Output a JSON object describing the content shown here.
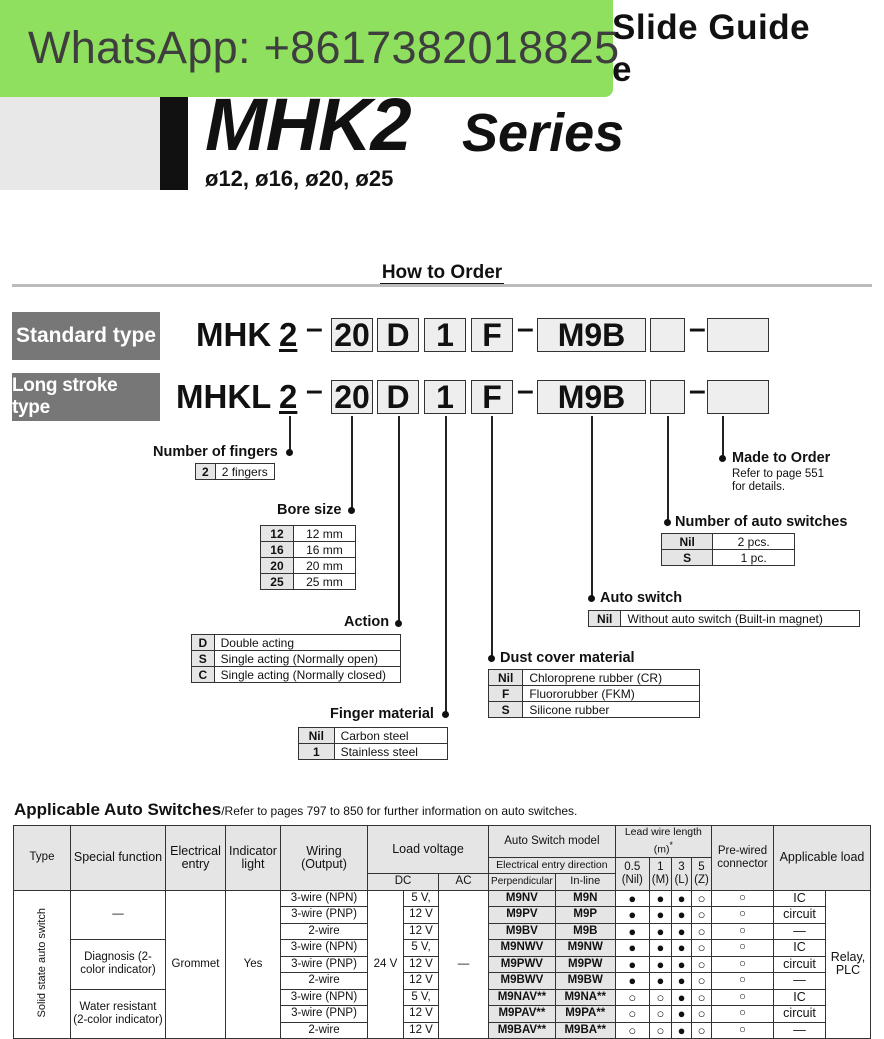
{
  "header": {
    "title_line1": "Slide Guide",
    "title_line2": "e",
    "model": "MHK2",
    "series_word": "Series",
    "bores": "ø12, ø16, ø20, ø25"
  },
  "watermark": "WhatsApp: +8617382018825",
  "how_to_order": {
    "heading": "How to Order",
    "standard_label": "Standard type",
    "long_label": "Long stroke type",
    "std_prefix": "MHK",
    "long_prefix": "MHKL",
    "fingers_code": "2",
    "bore_code": "20",
    "action_code": "D",
    "finger_mat_code": "1",
    "dust_code": "F",
    "switch_code": "M9B",
    "dash": "–"
  },
  "options": {
    "fingers": {
      "title": "Number of fingers",
      "rows": [
        [
          "2",
          "2 fingers"
        ]
      ]
    },
    "bore": {
      "title": "Bore size",
      "rows": [
        [
          "12",
          "12 mm"
        ],
        [
          "16",
          "16 mm"
        ],
        [
          "20",
          "20 mm"
        ],
        [
          "25",
          "25 mm"
        ]
      ]
    },
    "action": {
      "title": "Action",
      "rows": [
        [
          "D",
          "Double acting"
        ],
        [
          "S",
          "Single acting (Normally open)"
        ],
        [
          "C",
          "Single acting (Normally closed)"
        ]
      ]
    },
    "finger_material": {
      "title": "Finger material",
      "rows": [
        [
          "Nil",
          "Carbon steel"
        ],
        [
          "1",
          "Stainless steel"
        ]
      ]
    },
    "dust_cover": {
      "title": "Dust cover material",
      "rows": [
        [
          "Nil",
          "Chloroprene rubber (CR)"
        ],
        [
          "F",
          "Fluororubber (FKM)"
        ],
        [
          "S",
          "Silicone rubber"
        ]
      ]
    },
    "auto_switch": {
      "title": "Auto switch",
      "rows": [
        [
          "Nil",
          "Without auto switch (Built-in magnet)"
        ]
      ]
    },
    "num_switches": {
      "title": "Number of auto switches",
      "rows": [
        [
          "Nil",
          "2 pcs."
        ],
        [
          "S",
          "1 pc."
        ]
      ]
    },
    "made_to_order": {
      "title": "Made to Order",
      "note1": "Refer to page 551",
      "note2": "for details."
    }
  },
  "switches": {
    "title": "Applicable Auto Switches",
    "subtitle": "/Refer to pages 797 to 850 for further information on auto switches.",
    "headers": {
      "type": "Type",
      "special": "Special function",
      "entry": "Electrical entry",
      "indicator": "Indicator light",
      "wiring": "Wiring (Output)",
      "load_voltage": "Load voltage",
      "dc": "DC",
      "ac": "AC",
      "model": "Auto Switch model",
      "entry_dir": "Electrical entry direction",
      "perp": "Perpendicular",
      "inline": "In-line",
      "lead": "Lead wire length (m)",
      "star": "*",
      "l05": "0.5",
      "l05s": "(Nil)",
      "l1": "1",
      "l1s": "(M)",
      "l3": "3",
      "l3s": "(L)",
      "l5": "5",
      "l5s": "(Z)",
      "prewired": "Pre-wired connector",
      "load": "Applicable load"
    },
    "type_label": "Solid state auto switch",
    "groups": [
      "—",
      "Diagnosis (2-color indicator)",
      "Water resistant (2-color indicator)"
    ],
    "entry": "Grommet",
    "indicator": "Yes",
    "dc_common": "24 V",
    "ac_common": "—",
    "relay": "Relay, PLC",
    "rows": [
      {
        "wiring": "3-wire (NPN)",
        "v": "5 V,",
        "perp": "M9NV",
        "inl": "M9N",
        "l": [
          "●",
          "●",
          "●",
          "○"
        ],
        "pre": "○",
        "load": "IC"
      },
      {
        "wiring": "3-wire (PNP)",
        "v": "12 V",
        "perp": "M9PV",
        "inl": "M9P",
        "l": [
          "●",
          "●",
          "●",
          "○"
        ],
        "pre": "○",
        "load": "circuit"
      },
      {
        "wiring": "2-wire",
        "v": "12 V",
        "perp": "M9BV",
        "inl": "M9B",
        "l": [
          "●",
          "●",
          "●",
          "○"
        ],
        "pre": "○",
        "load": "—"
      },
      {
        "wiring": "3-wire (NPN)",
        "v": "5 V,",
        "perp": "M9NWV",
        "inl": "M9NW",
        "l": [
          "●",
          "●",
          "●",
          "○"
        ],
        "pre": "○",
        "load": "IC"
      },
      {
        "wiring": "3-wire (PNP)",
        "v": "12 V",
        "perp": "M9PWV",
        "inl": "M9PW",
        "l": [
          "●",
          "●",
          "●",
          "○"
        ],
        "pre": "○",
        "load": "circuit"
      },
      {
        "wiring": "2-wire",
        "v": "12 V",
        "perp": "M9BWV",
        "inl": "M9BW",
        "l": [
          "●",
          "●",
          "●",
          "○"
        ],
        "pre": "○",
        "load": "—"
      },
      {
        "wiring": "3-wire (NPN)",
        "v": "5 V,",
        "perp": "M9NAV**",
        "inl": "M9NA**",
        "l": [
          "○",
          "○",
          "●",
          "○"
        ],
        "pre": "○",
        "load": "IC"
      },
      {
        "wiring": "3-wire (PNP)",
        "v": "12 V",
        "perp": "M9PAV**",
        "inl": "M9PA**",
        "l": [
          "○",
          "○",
          "●",
          "○"
        ],
        "pre": "○",
        "load": "circuit"
      },
      {
        "wiring": "2-wire",
        "v": "12 V",
        "perp": "M9BAV**",
        "inl": "M9BA**",
        "l": [
          "○",
          "○",
          "●",
          "○"
        ],
        "pre": "○",
        "load": "—"
      }
    ]
  }
}
